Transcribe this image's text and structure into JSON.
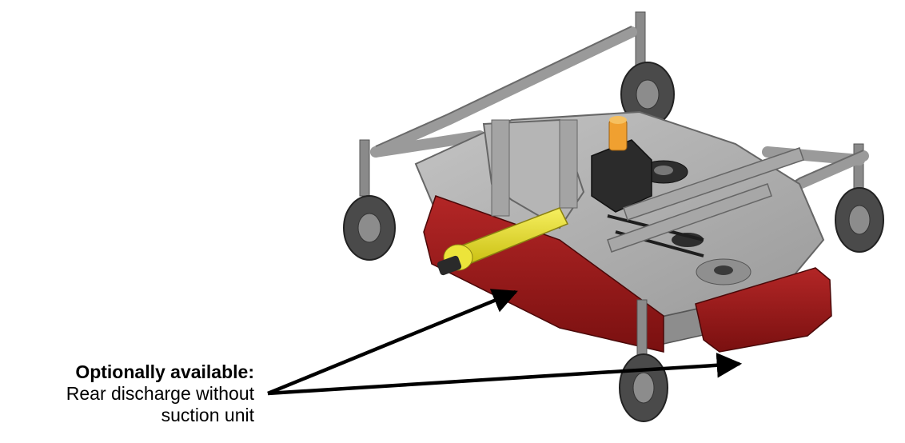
{
  "callout": {
    "heading": "Optionally available:",
    "line1": "Rear discharge without",
    "line2": "suction unit"
  },
  "colors": {
    "frame": "#a9a9a9",
    "frame_dark": "#707070",
    "discharge_guard": "#9b1b1b",
    "pto_shaft": "#e8df1c",
    "gearbox": "#2b2b2b",
    "gearbox_cap": "#f0a030",
    "tire": "#4a4a4a",
    "arrow": "#000000"
  },
  "icons": {
    "machine": "mower-deck-illustration",
    "arrows": "callout-arrow"
  }
}
